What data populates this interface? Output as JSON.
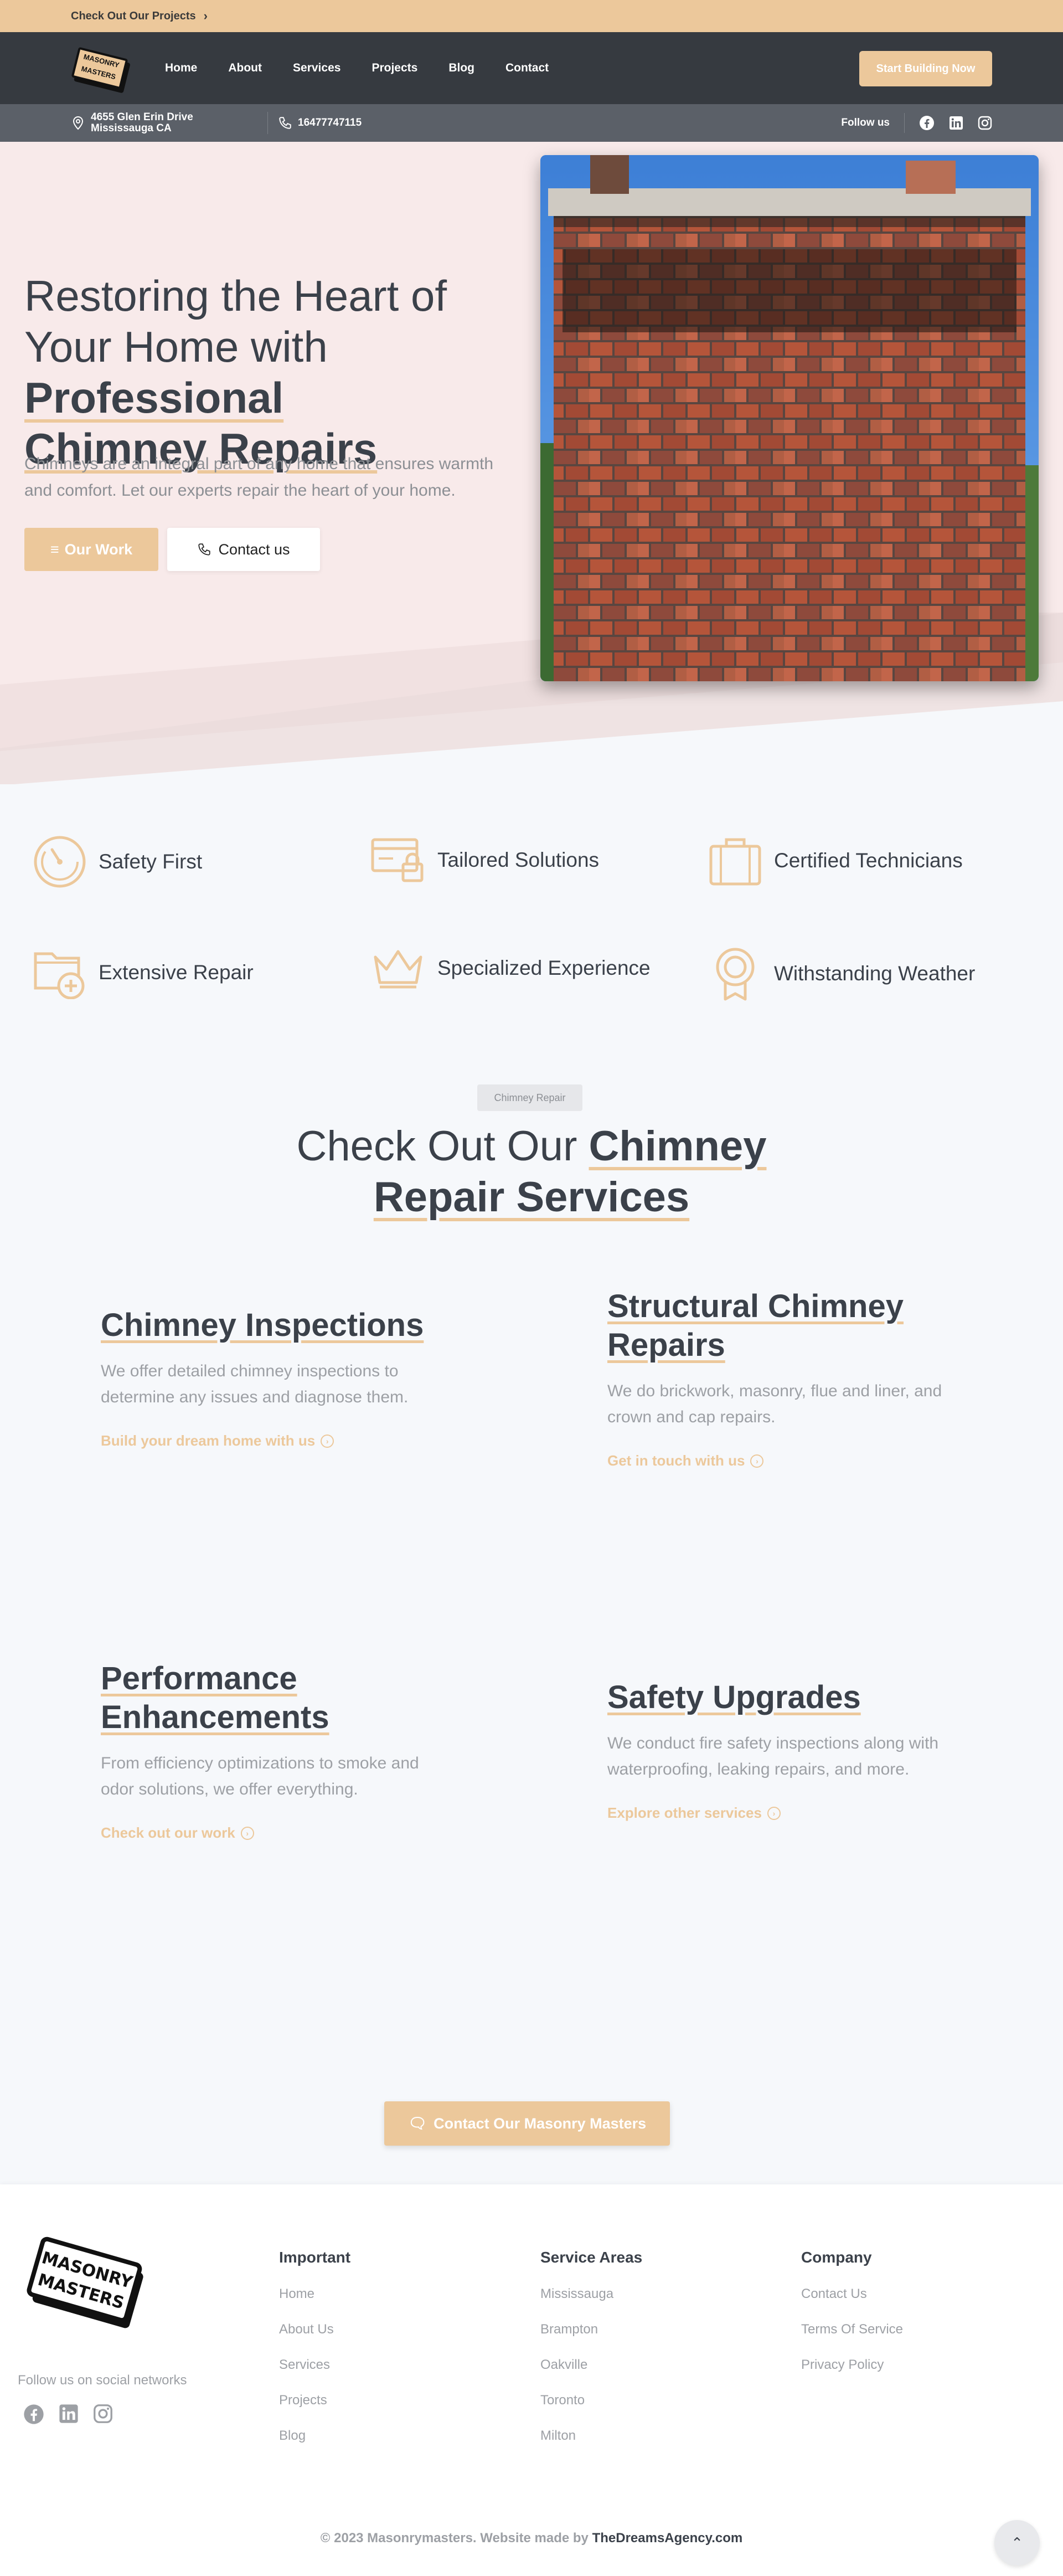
{
  "topbar": {
    "link": "Check Out Our Projects"
  },
  "nav": {
    "logo_line1": "MASONRY",
    "logo_line2": "MASTERS",
    "items": [
      "Home",
      "About",
      "Services",
      "Projects",
      "Blog",
      "Contact"
    ],
    "cta": "Start Building Now"
  },
  "info": {
    "address_line1": "4655 Glen Erin Drive",
    "address_line2": "Mississauga CA",
    "phone": "16477747115",
    "follow": "Follow us"
  },
  "hero": {
    "title_pre": "Restoring the Heart of Your Home with ",
    "title_strong1": "Professional",
    "title_strong2": "Chimney Repairs",
    "lede": "Chimneys are an integral part of any home that ensures warmth and comfort. Let our experts repair the heart of your home.",
    "btn_work": "Our Work",
    "btn_contact": "Contact us"
  },
  "features": [
    {
      "label": "Safety First",
      "icon": "gauge-icon"
    },
    {
      "label": "Tailored Solutions",
      "icon": "card-lock-icon"
    },
    {
      "label": "Certified Technicians",
      "icon": "briefcase-icon"
    },
    {
      "label": "Extensive Repair",
      "icon": "folder-plus-icon"
    },
    {
      "label": "Specialized Experience",
      "icon": "crown-icon"
    },
    {
      "label": "Withstanding Weather",
      "icon": "badge-icon"
    }
  ],
  "services": {
    "pill": "Chimney Repair",
    "title_pre": "Check Out Our ",
    "title_strong1": "Chimney",
    "title_strong2": "Repair Services",
    "items": [
      {
        "title": "Chimney Inspections",
        "desc": "We offer detailed chimney inspections to determine any issues and diagnose them.",
        "link": "Build your dream home with us"
      },
      {
        "title": "Structural Chimney Repairs",
        "desc": "We do brickwork, masonry, flue and liner, and crown and cap repairs.",
        "link": "Get in touch with us"
      },
      {
        "title": "Performance Enhancements",
        "desc": "From efficiency optimizations to smoke and odor solutions, we offer everything.",
        "link": "Check out our work"
      },
      {
        "title": "Safety Upgrades",
        "desc": "We conduct fire safety inspections along with waterproofing, leaking repairs, and more.",
        "link": "Explore other services"
      }
    ],
    "cta": "Contact Our Masonry Masters"
  },
  "footer": {
    "social_label": "Follow us on social networks",
    "cols": [
      {
        "title": "Important",
        "links": [
          "Home",
          "About Us",
          "Services",
          "Projects",
          "Blog"
        ]
      },
      {
        "title": "Service Areas",
        "links": [
          "Mississauga",
          "Brampton",
          "Oakville",
          "Toronto",
          "Milton"
        ]
      },
      {
        "title": "Company",
        "links": [
          "Contact Us",
          "Terms Of Service",
          "Privacy Policy"
        ]
      }
    ],
    "copyright": "© 2023 Masonrymasters. Website made by ",
    "agency": "TheDreamsAgency.com"
  },
  "colors": {
    "accent": "#ecc89b",
    "dark": "#363a40",
    "hero_bg": "#f8eaea"
  }
}
